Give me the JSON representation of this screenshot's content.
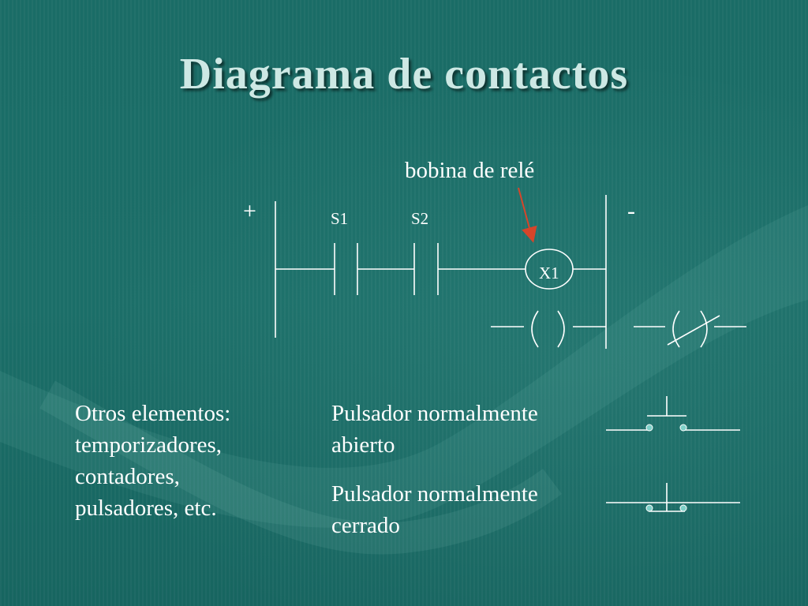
{
  "title": "Diagrama de contactos",
  "diagram": {
    "coil_annotation": "bobina de relé",
    "plus_label": "+",
    "minus_label": "-",
    "contact_1_label": "S1",
    "contact_2_label": "S2",
    "coil_label": "X1"
  },
  "notes": {
    "other_elements_lines": [
      "Otros elementos:",
      "temporizadores,",
      "contadores,",
      "pulsadores, etc."
    ],
    "pushbutton_no_lines": [
      "Pulsador normalmente",
      "abierto"
    ],
    "pushbutton_nc_lines": [
      "Pulsador normalmente",
      "cerrado"
    ]
  },
  "colors": {
    "background": "#1c6b66",
    "title": "#cde8e4",
    "lines": "#ffffff",
    "arrow": "#d6452a",
    "terminal": "#7fd0c8"
  }
}
